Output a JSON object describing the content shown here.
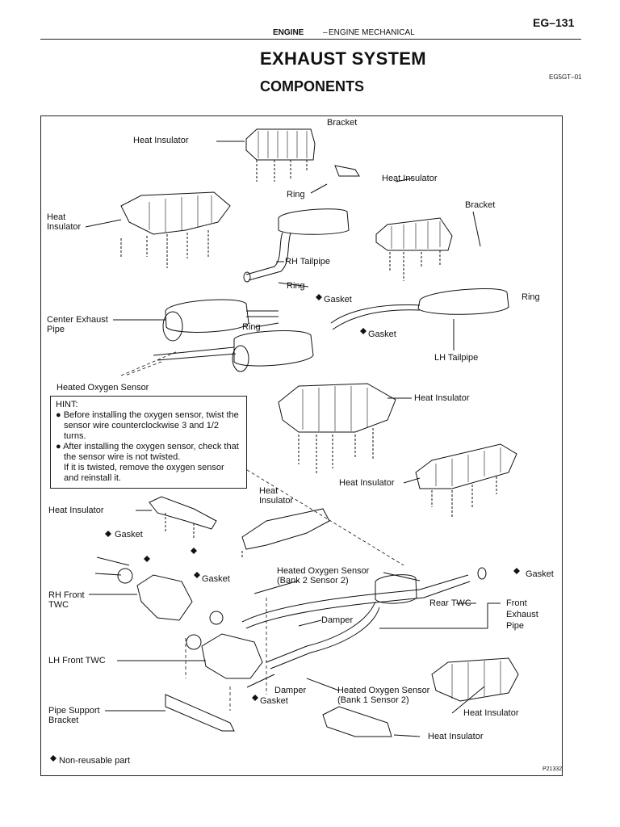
{
  "header": {
    "section": "ENGINE",
    "separator": "–",
    "subsection": "ENGINE MECHANICAL",
    "page_number": "EG–131"
  },
  "title": "EXHAUST SYSTEM",
  "subtitle": "COMPONENTS",
  "doc_code": "EG5GT–01",
  "figure_code": "P21332",
  "labels": {
    "bracket_top": "Bracket",
    "heat_insulator_top": "Heat Insulator",
    "heat_insulator_left_1": "Heat",
    "heat_insulator_left_2": "Insulator",
    "ring_top": "Ring",
    "heat_insulator_right": "Heat Insulator",
    "bracket_right": "Bracket",
    "rh_tailpipe": "RH Tailpipe",
    "ring_mid": "Ring",
    "gasket_mid": "Gasket",
    "center_exhaust_pipe_1": "Center Exhaust",
    "center_exhaust_pipe_2": "Pipe",
    "ring_center": "Ring",
    "gasket_center": "Gasket",
    "ring_right": "Ring",
    "lh_tailpipe": "LH Tailpipe",
    "heated_oxygen_sensor": "Heated Oxygen Sensor",
    "heat_insulator_mid": "Heat Insulator",
    "heat_insulator_mid_right": "Heat Insulator",
    "heat_1": "Heat",
    "heat_2": "Insulator",
    "heat_insulator_left_lower": "Heat Insulator",
    "gasket_left": "Gasket",
    "gasket_lower": "Gasket",
    "hos_bank2_1": "Heated Oxygen Sensor",
    "hos_bank2_2": "(Bank 2 Sensor 2)",
    "gasket_right_lower": "Gasket",
    "rh_front_twc_1": "RH Front",
    "rh_front_twc_2": "TWC",
    "damper_upper": "Damper",
    "rear_twc": "Rear TWC",
    "front_exhaust_pipe_1": "Front",
    "front_exhaust_pipe_2": "Exhaust",
    "front_exhaust_pipe_3": "Pipe",
    "lh_front_twc": "LH Front TWC",
    "damper_lower": "Damper",
    "hos_bank1_1": "Heated Oxygen Sensor",
    "hos_bank1_2": "(Bank 1 Sensor 2)",
    "gasket_bottom": "Gasket",
    "heat_insulator_bottom_right": "Heat Insulator",
    "pipe_support_1": "Pipe Support",
    "pipe_support_2": "Bracket",
    "heat_insulator_bottom": "Heat Insulator",
    "legend": "Non-reusable part"
  },
  "hint": {
    "title": "HINT:",
    "bullet1": "Before installing the oxygen sensor, twist the sensor wire counterclockwise 3 and 1/2 turns.",
    "bullet2a": "After installing the oxygen sensor, check that the sensor wire is not twisted.",
    "bullet2b": "If it is twisted, remove the oxygen sensor and reinstall it."
  }
}
